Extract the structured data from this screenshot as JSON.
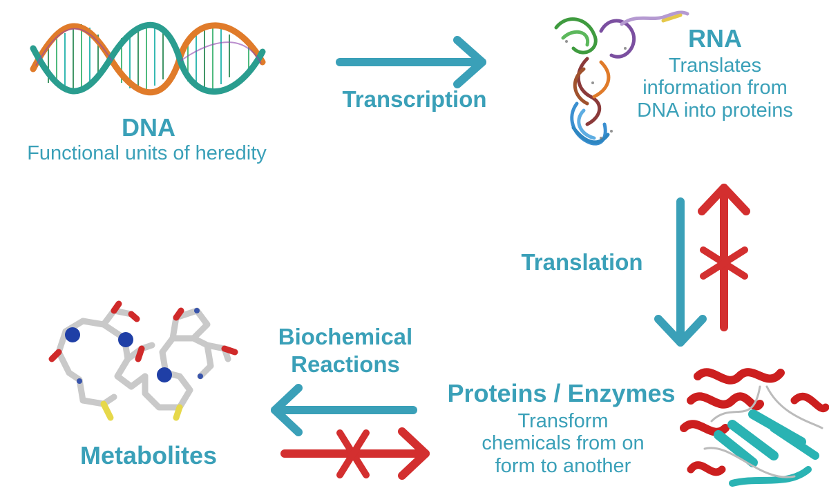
{
  "colors": {
    "teal": "#3aa0b8",
    "red": "#d32f2f"
  },
  "nodes": {
    "dna": {
      "title": "DNA",
      "description": "Functional units of heredity",
      "icon": "dna-double-helix-icon"
    },
    "rna": {
      "title": "RNA",
      "description_lines": [
        "Translates",
        "information from",
        "DNA into proteins"
      ],
      "icon": "trna-structure-icon"
    },
    "proteins": {
      "title": "Proteins / Enzymes",
      "description_lines": [
        "Transform",
        "chemicals from on",
        "form to another"
      ],
      "icon": "protein-ribbon-icon"
    },
    "metabolites": {
      "title": "Metabolites",
      "icon": "metabolite-molecule-icon"
    }
  },
  "processes": {
    "transcription": "Transcription",
    "translation": "Translation",
    "biochemical_lines": [
      "Biochemical",
      "Reactions"
    ]
  },
  "arrows": [
    {
      "name": "dna-to-rna-arrow",
      "from": "DNA",
      "to": "RNA",
      "color": "teal",
      "blocked": false
    },
    {
      "name": "rna-to-proteins-arrow",
      "from": "RNA",
      "to": "Proteins / Enzymes",
      "color": "teal",
      "blocked": false
    },
    {
      "name": "proteins-to-rna-blocked-arrow",
      "from": "Proteins / Enzymes",
      "to": "RNA",
      "color": "red",
      "blocked": true
    },
    {
      "name": "proteins-to-metabolites-arrow",
      "from": "Proteins / Enzymes",
      "to": "Metabolites",
      "color": "teal",
      "blocked": false
    },
    {
      "name": "metabolites-to-proteins-blocked-arrow",
      "from": "Metabolites",
      "to": "Proteins / Enzymes",
      "color": "red",
      "blocked": true
    }
  ]
}
